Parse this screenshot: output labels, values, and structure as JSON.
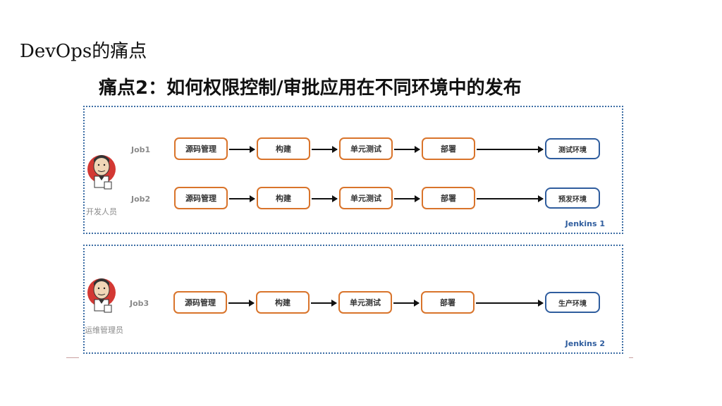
{
  "slide": {
    "title": "DevOps的痛点"
  },
  "diagram": {
    "heading": "痛点2：如何权限控制/审批应用在不同环境中的发布",
    "panels": [
      {
        "jenkins": "Jenkins 1",
        "role": "开发人员",
        "jobs": [
          {
            "label": "Job1",
            "stages": [
              "源码管理",
              "构建",
              "单元测试",
              "部署"
            ],
            "env": "测试环境"
          },
          {
            "label": "Job2",
            "stages": [
              "源码管理",
              "构建",
              "单元测试",
              "部署"
            ],
            "env": "预发环境"
          }
        ]
      },
      {
        "jenkins": "Jenkins 2",
        "role": "运维管理员",
        "jobs": [
          {
            "label": "Job3",
            "stages": [
              "源码管理",
              "构建",
              "单元测试",
              "部署"
            ],
            "env": "生产环境"
          }
        ]
      }
    ]
  },
  "colors": {
    "stage_border": "#d9742b",
    "env_border": "#2f5d9e",
    "panel_border": "#3d6ea5",
    "jenkins_label": "#2f5d9e"
  },
  "icons": {
    "avatar": "jenkins-butler-icon"
  }
}
